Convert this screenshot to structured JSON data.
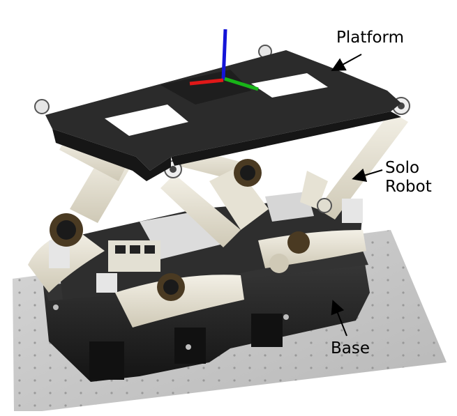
{
  "labels": {
    "platform": "Platform",
    "solo_line1": "Solo",
    "solo_line2": "Robot",
    "base": "Base"
  },
  "colors": {
    "axis_x": "#e01818",
    "axis_y": "#18b418",
    "axis_z": "#1414d8",
    "platform": "#2a2a2a",
    "link": "#e9e5d7",
    "base": "#1c1c1c",
    "table": "#c9c9c9"
  }
}
